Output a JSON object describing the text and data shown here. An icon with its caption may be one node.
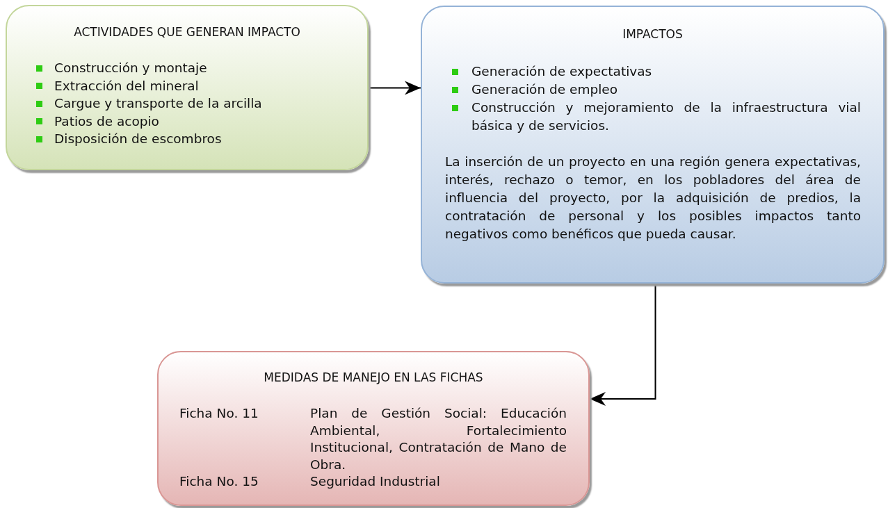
{
  "diagram": {
    "nodes": [
      {
        "text": [
          "ACTIVIDADES QUE GENERAN IMPACTO",
          "Construcción y montaje",
          "Extracción del mineral",
          "Cargue y transporte de la arcilla",
          "Patios de acopio",
          "Disposición de escombros"
        ]
      },
      {
        "text": [
          "IMPACTOS",
          "Generación de expectativas",
          "Generación de empleo",
          "Construcción y mejoramiento de la infraestructura vial básica y de servicios.",
          "La inserción de un proyecto en una región genera expectativas, interés, rechazo o temor, en los pobladores del área de influencia del proyecto, por la adquisición de predios, la contratación de personal y los posibles impactos tanto negativos como benéficos que pueda causar."
        ]
      },
      {
        "text": [
          "MEDIDAS DE MANEJO EN LAS FICHAS",
          "Ficha No. 11",
          "Plan de Gestión Social: Educación Ambiental, Fortalecimiento Institucional, Contratación de Mano de Obra.",
          "Ficha No. 15",
          "Seguridad Industrial"
        ]
      }
    ],
    "edges": [
      {
        "from": 0,
        "to": 1,
        "arrow": "to"
      },
      {
        "from": 1,
        "to": 2,
        "arrow": "to"
      }
    ]
  }
}
